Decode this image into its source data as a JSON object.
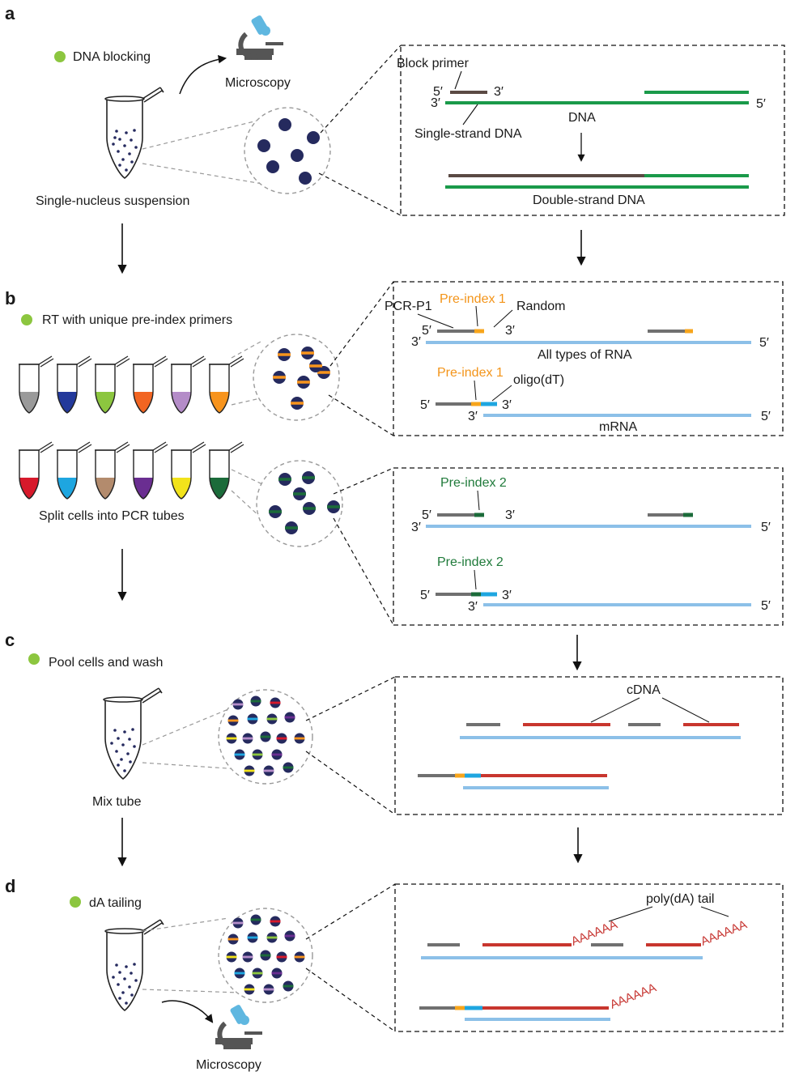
{
  "panels": {
    "a": {
      "letter": "a",
      "step": "DNA blocking",
      "microscopy": "Microscopy",
      "tube_label": "Single-nucleus suspension",
      "block_primer": "Block primer",
      "dna": "DNA",
      "single_strand": "Single-strand DNA",
      "double_strand": "Double-strand DNA",
      "five_prime": "5′",
      "three_prime": "3′"
    },
    "b": {
      "letter": "b",
      "step": "RT with unique pre-index primers",
      "tubes_label": "Split cells into PCR tubes",
      "pcr_p1": "PCR-P1",
      "pre_index_1": "Pre-index 1",
      "pre_index_2": "Pre-index 2",
      "random": "Random",
      "oligo_dt": "oligo(dT)",
      "all_rna": "All types of RNA",
      "mrna": "mRNA",
      "tube_colors_row1": [
        "#9a9a9a",
        "#23399b",
        "#8cc63f",
        "#f26522",
        "#b48cc8",
        "#f7941d"
      ],
      "tube_colors_row2": [
        "#d7192b",
        "#1ea6e0",
        "#b38b6d",
        "#6a2e91",
        "#f2e31b",
        "#1b6b3a"
      ]
    },
    "c": {
      "letter": "c",
      "step": "Pool cells and wash",
      "tube_label": "Mix tube",
      "cdna": "cDNA"
    },
    "d": {
      "letter": "d",
      "step": "dA tailing",
      "microscopy": "Microscopy",
      "poly_tail": "poly(dA) tail",
      "tail_seq": "AAAAAA"
    }
  },
  "colors": {
    "step_dot": "#8cc63f",
    "dna_green": "#1a9a4a",
    "block_brown": "#5b4a44",
    "rna_blue": "#8cc0e8",
    "cdna_red": "#c8362e",
    "primer_gray": "#707070",
    "nucleus": "#252a5e"
  }
}
